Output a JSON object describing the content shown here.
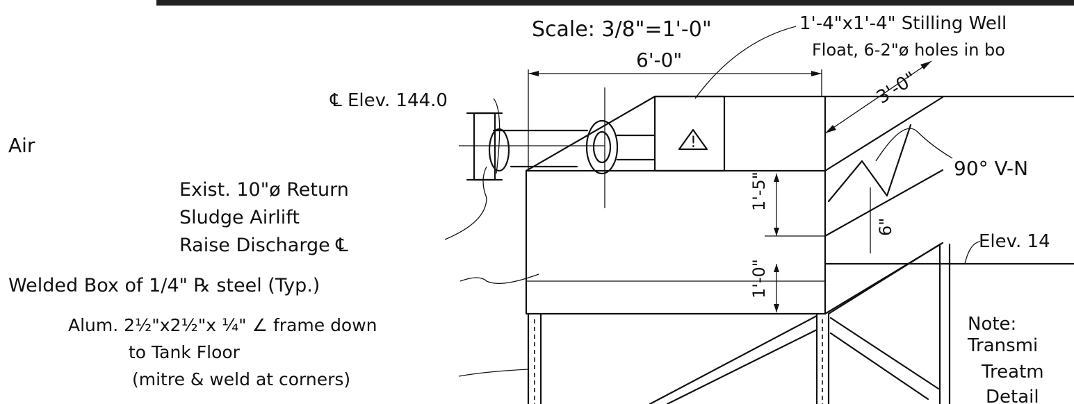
{
  "scale": "Scale: 3/8\"=1'-0\"",
  "dims": {
    "width": "6'-0\"",
    "depth": "3'-0\"",
    "h1": "1'-5\"",
    "h2": "1'-0\"",
    "v": "6\""
  },
  "labels": {
    "stilling_well_1": "1'-4\"x1'-4\" Stilling Well",
    "stilling_well_2": "Float, 6-2\"ø holes in bo",
    "elev_cl": "℄ Elev. 144.0",
    "air": "Air",
    "notch": "90° V-N",
    "elev_right": "Elev. 14",
    "return_1": "Exist. 10\"ø Return",
    "return_2": "Sludge Airlift",
    "return_3": "Raise Discharge ℄",
    "box": "Welded Box of 1/4\" ℞ steel (Typ.)",
    "frame_1": "Alum. 2½\"x2½\"x ¼\" ∠ frame down",
    "frame_2": "to Tank Floor",
    "frame_3": "(mitre & weld at corners)",
    "note": "Note:",
    "note_1": "Transmi",
    "note_2": "Treatm",
    "note_3": "Detail",
    "symbol": "!"
  }
}
